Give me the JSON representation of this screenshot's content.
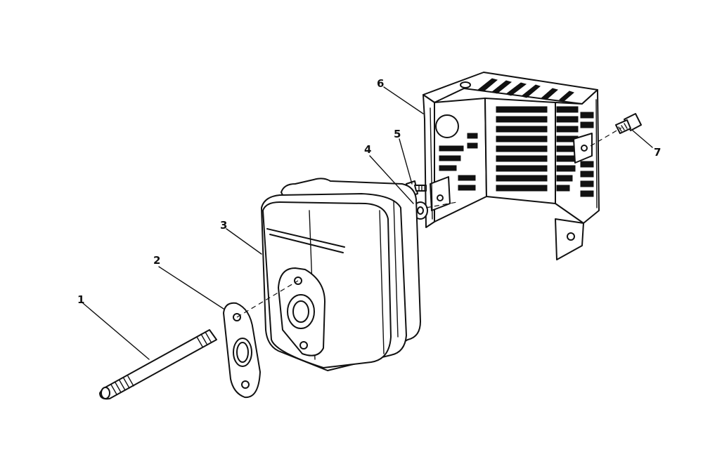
{
  "diagram": {
    "parts": [
      {
        "number": "1",
        "part": "stud-bolt"
      },
      {
        "number": "2",
        "part": "gasket"
      },
      {
        "number": "3",
        "part": "muffler"
      },
      {
        "number": "4",
        "part": "washer"
      },
      {
        "number": "5",
        "part": "screw"
      },
      {
        "number": "6",
        "part": "muffler-guard"
      },
      {
        "number": "7",
        "part": "bolt"
      }
    ],
    "line_color": "#111111",
    "background": "#ffffff"
  }
}
